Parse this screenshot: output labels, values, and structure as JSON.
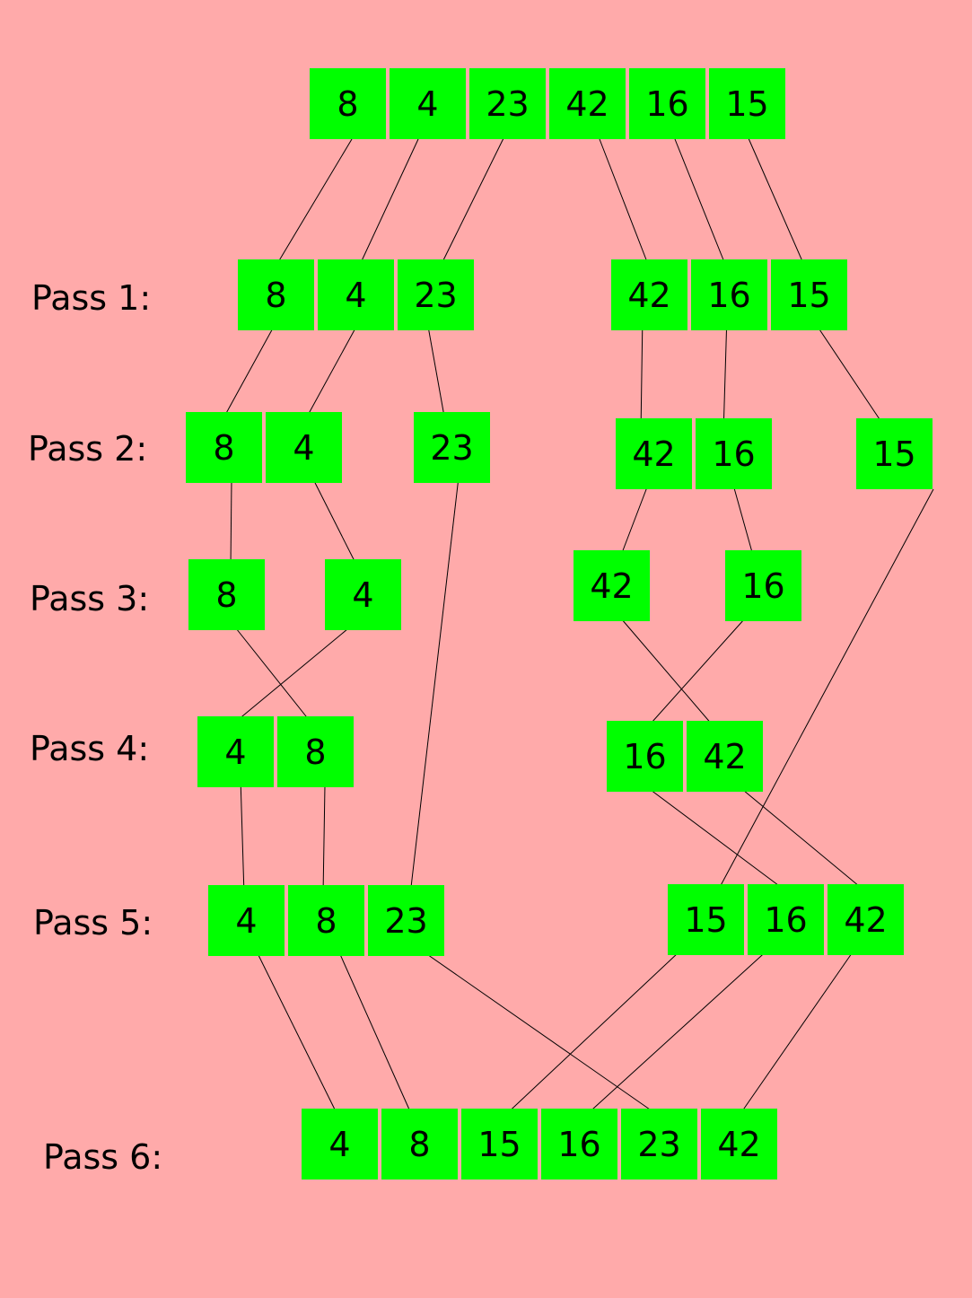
{
  "colors": {
    "background": "#ffaaaa",
    "cell": "#00ff00",
    "line": "#000000",
    "text": "#000000"
  },
  "rows": [
    {
      "label": "",
      "values": [
        8,
        4,
        23,
        42,
        16,
        15
      ]
    },
    {
      "label": "Pass 1:",
      "values": [
        8,
        4,
        23,
        42,
        16,
        15
      ]
    },
    {
      "label": "Pass 2:",
      "values": [
        8,
        4,
        23,
        42,
        16,
        15
      ]
    },
    {
      "label": "Pass 3:",
      "values": [
        8,
        4,
        42,
        16
      ]
    },
    {
      "label": "Pass 4:",
      "values": [
        4,
        8,
        16,
        42
      ]
    },
    {
      "label": "Pass 5:",
      "values": [
        4,
        8,
        23,
        15,
        16,
        42
      ]
    },
    {
      "label": "Pass 6:",
      "values": [
        4,
        8,
        15,
        16,
        23,
        42
      ]
    }
  ]
}
